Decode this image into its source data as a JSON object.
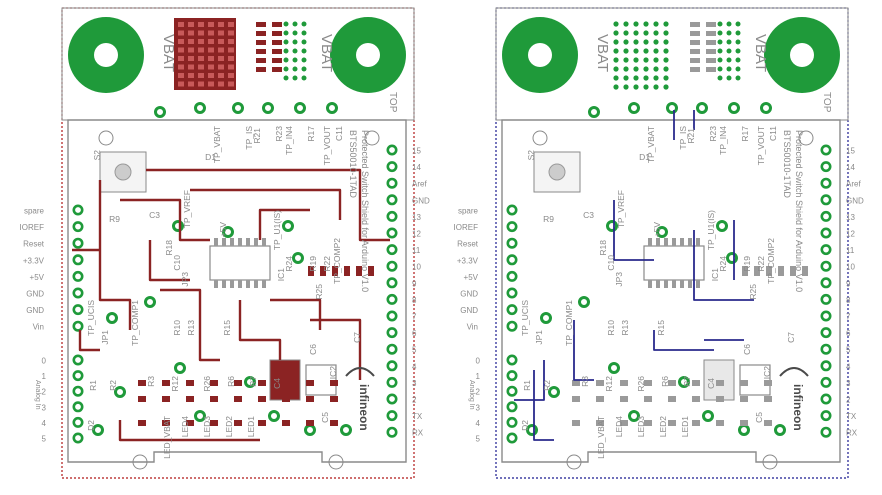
{
  "colors": {
    "background": "#ffffff",
    "pad_green": "#1f9a3a",
    "silk": "#8a8a8a",
    "top_copper": "#8b2323",
    "top_outline": "#b01818",
    "bottom_copper": "#2a2a8c",
    "bottom_outline": "#1a1a90"
  },
  "common": {
    "vbat": "VBAT",
    "left_header": [
      "spare",
      "IOREF",
      "Reset",
      "+3.3V",
      "+5V",
      "GND",
      "GND",
      "Vin"
    ],
    "left_numbers": [
      "0",
      "1",
      "2",
      "3",
      "4",
      "5"
    ],
    "analog_in": "Analog In",
    "right_header": [
      "15",
      "14",
      "Aref",
      "GND",
      "13",
      "12",
      "11",
      "10",
      "9",
      "8",
      "7",
      "6",
      "5",
      "4",
      "3",
      "2",
      "TX",
      "RX"
    ],
    "logo": "infineon",
    "components_a": [
      "S2",
      "R9",
      "C3",
      "R18",
      "C10",
      "JP3",
      "TP_VREF",
      "D1",
      "TP_VBAT",
      "TP_IS",
      "R21",
      "R23",
      "TP_IN4",
      "R17",
      "TP_VOUT",
      "C11",
      "R24",
      "R19",
      "R22",
      "R25",
      "TP_COMP2",
      "TP_U1(IS)",
      "+5V",
      "IC1",
      "JP1",
      "TP_UCIS",
      "TP_COMP1",
      "R10",
      "R13",
      "R15",
      "R12",
      "R26",
      "R6",
      "R7",
      "R3",
      "R1",
      "R2",
      "D2",
      "LED_VBAT",
      "LED4",
      "LED3",
      "LED2",
      "LED1",
      "C4",
      "C5",
      "C6",
      "IC2",
      "C7"
    ],
    "title_text": "Protected Switch Shield for Arduino V1.0",
    "subtitle_text": "BTS50010-1TAD",
    "top_label": "TOP"
  }
}
